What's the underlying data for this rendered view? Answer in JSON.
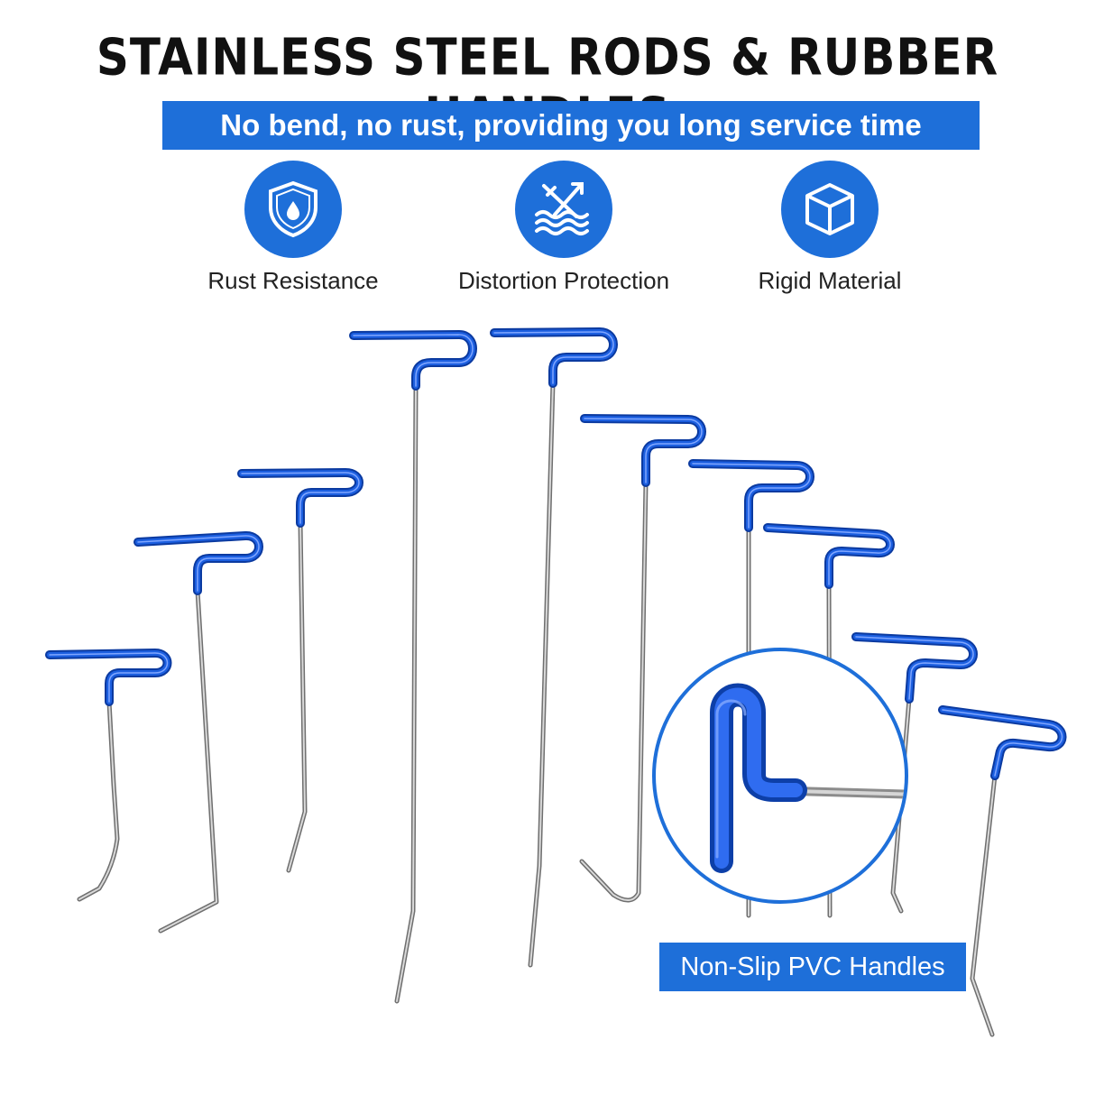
{
  "title": "STAINLESS STEEL RODS & RUBBER HANDLES",
  "banner": "No bend, no rust, providing you long service time",
  "features": [
    {
      "label": "Rust Resistance",
      "icon": "shield-droplet-icon"
    },
    {
      "label": "Distortion Protection",
      "icon": "waves-arrows-icon"
    },
    {
      "label": "Rigid Material",
      "icon": "cube-icon"
    }
  ],
  "zoom_label": "Non-Slip PVC Handles",
  "colors": {
    "accent": "#1e6fd9",
    "handle": "#1c5fe0",
    "steel": "#9a9a9a"
  }
}
